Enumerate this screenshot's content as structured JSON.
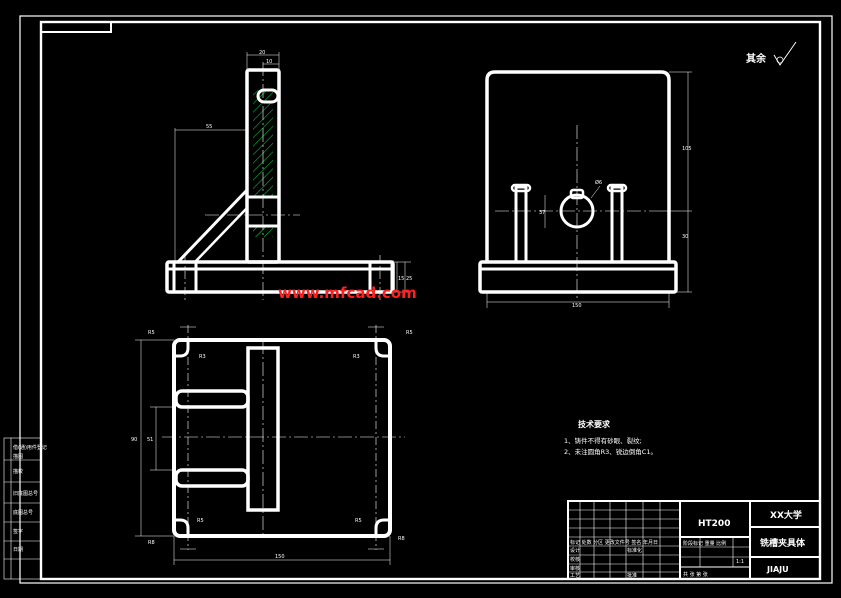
{
  "watermark": "www.mfcad.com",
  "dims": {
    "side_top_w": "20",
    "side_top_small": "10",
    "side_depth": "55",
    "side_h1": "25",
    "side_h2": "15",
    "front_height": "105",
    "front_h2": "30",
    "front_hole": "Ø6",
    "front_w": "150",
    "front_small": "37",
    "plan_h": "90",
    "plan_h2": "51",
    "plan_w": "150",
    "r5": "R5",
    "r3": "R3",
    "r8": "R8"
  },
  "roughness_label": "其余",
  "tech_req": {
    "title": "技术要求",
    "lines": [
      "1、铸件不得有砂眼、裂纹;",
      "2、未注圆角R3、锐边倒角C1。"
    ]
  },
  "title_block": {
    "material": "HT200",
    "school": "XX大学",
    "part_name": "铣槽夹具体",
    "drawing_no": "JIAJU",
    "labels": [
      "设计",
      "校核",
      "审核",
      "工艺",
      "标准化",
      "批准"
    ],
    "hdr": "标记 处数 分区 更改文件号 签名 年月日",
    "hdr2": "阶段标记 重量 比例",
    "hdr3": "共 张 第 张",
    "scale": "1:1"
  },
  "side_stamp": [
    "借(通)用件登记",
    "描图",
    "描校",
    "旧底图总号",
    "底图总号",
    "签字",
    "日期"
  ]
}
